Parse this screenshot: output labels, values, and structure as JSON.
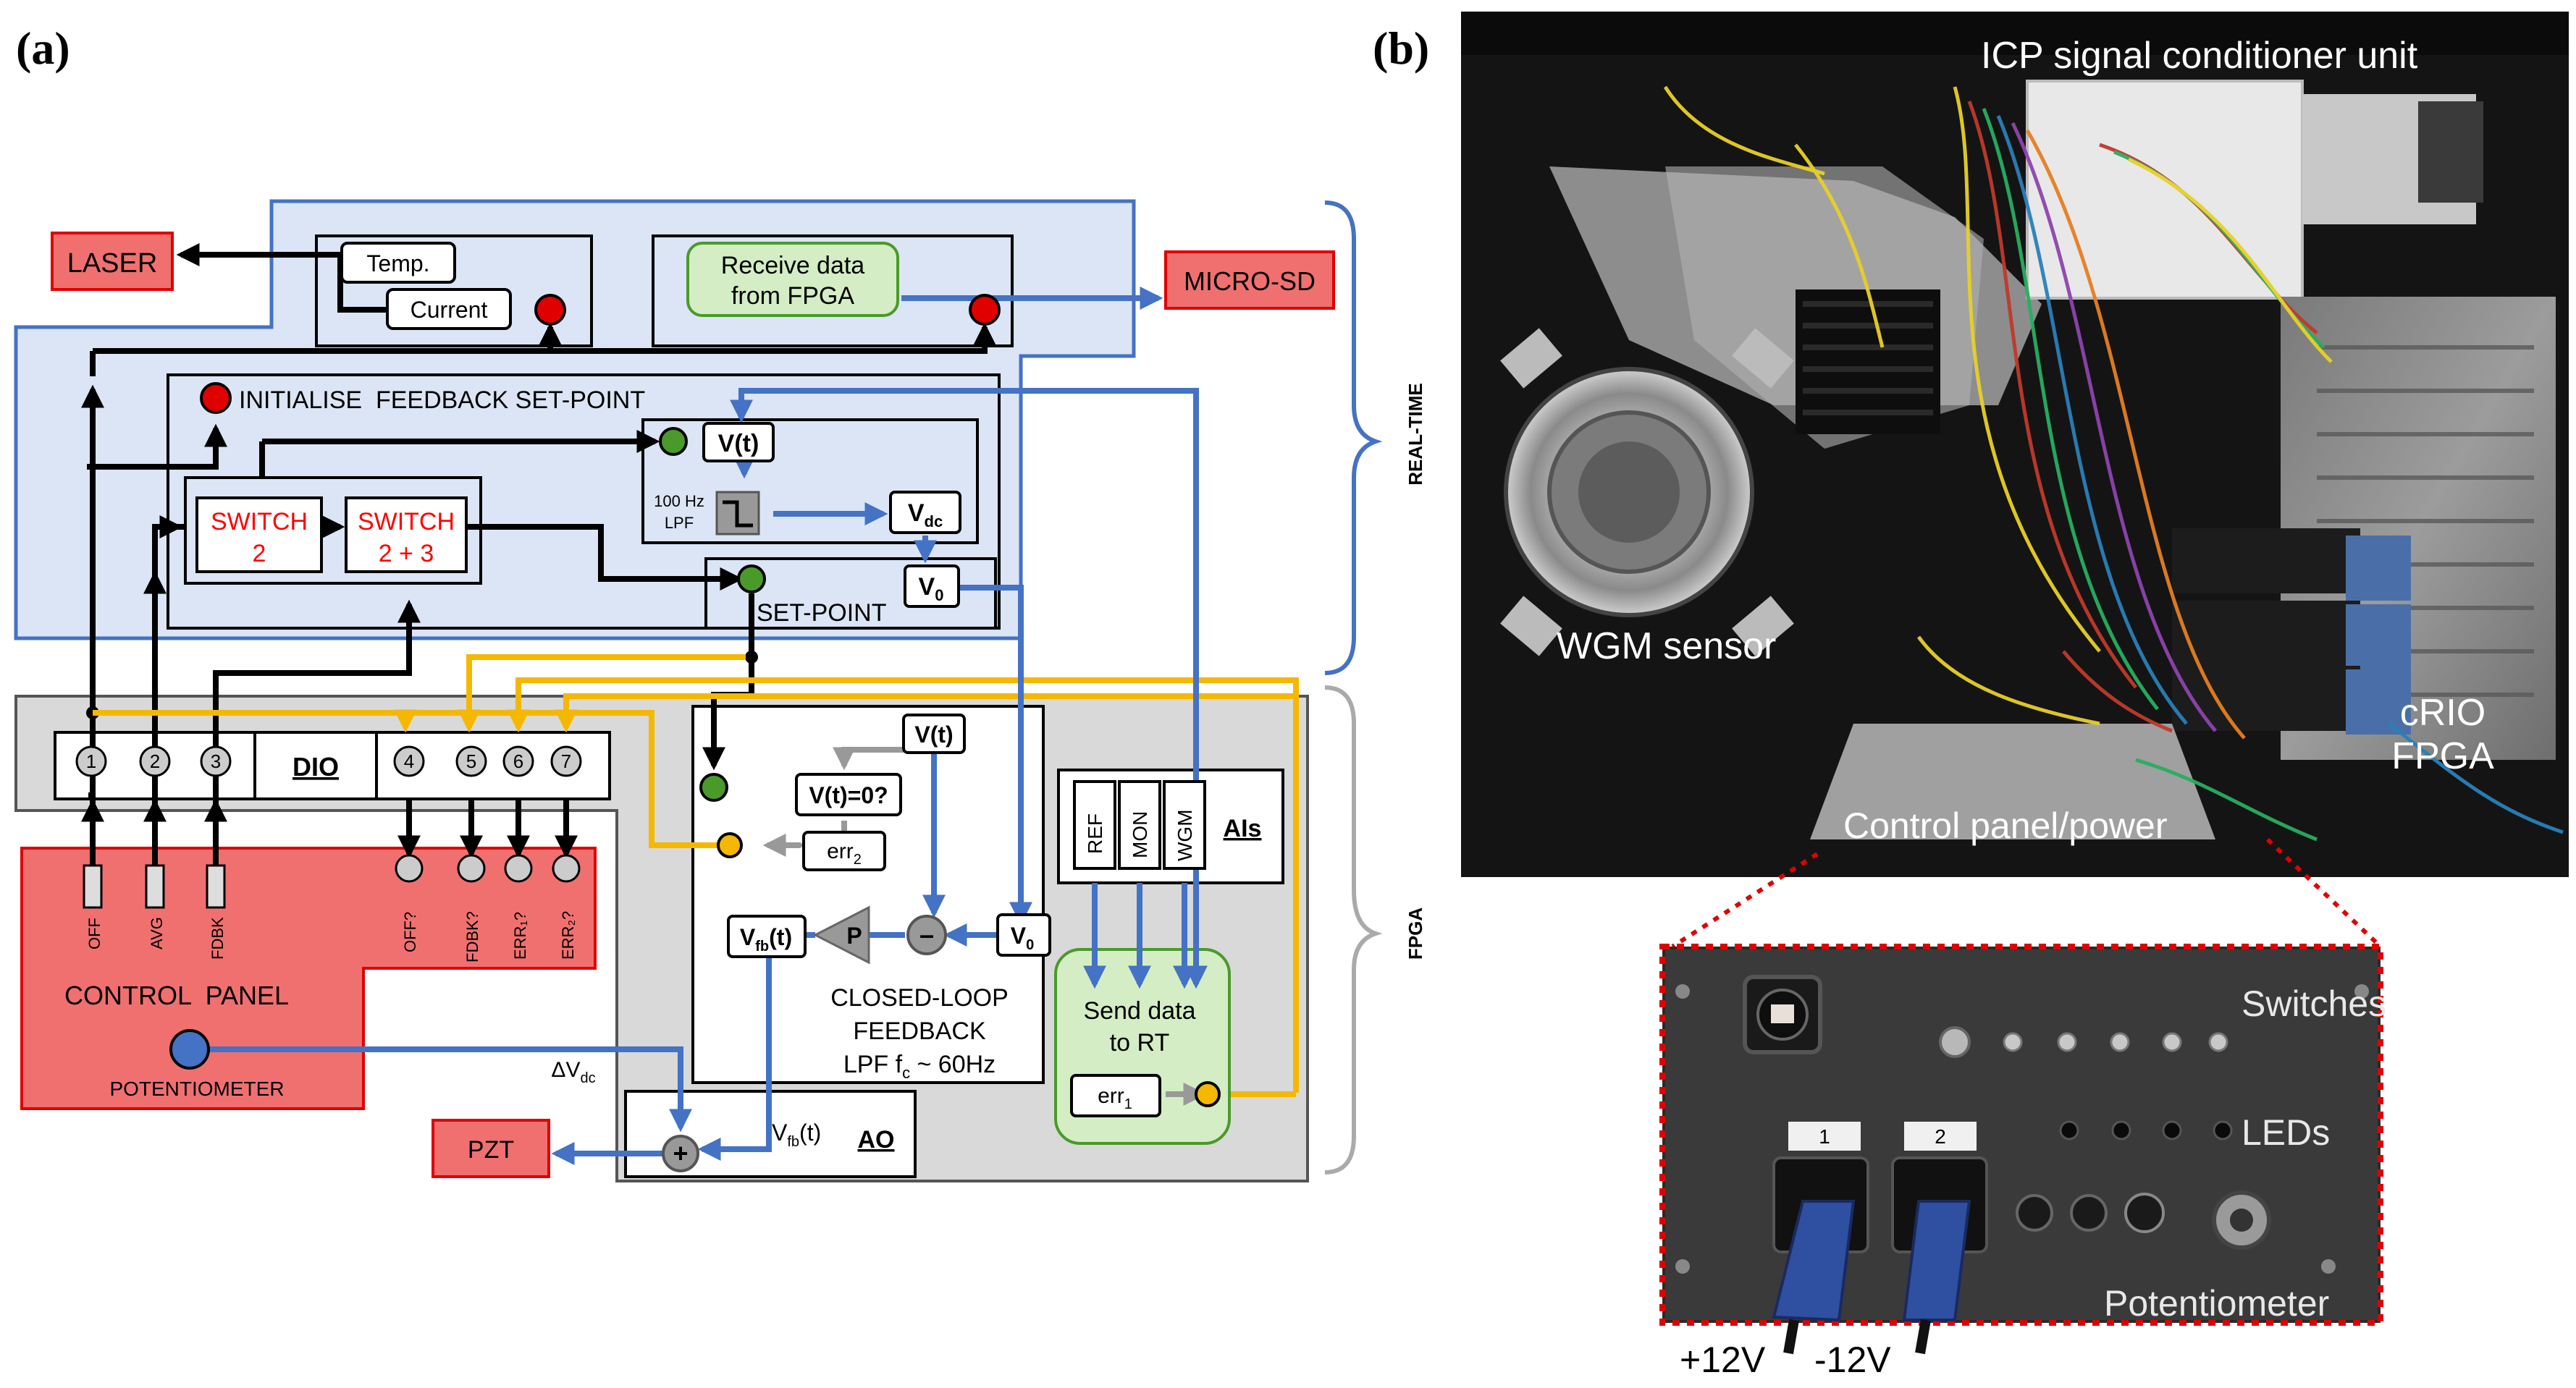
{
  "panel_a": {
    "letter": "(a)",
    "laser": "LASER",
    "micro_sd": "MICRO-SD",
    "pzt": "PZT",
    "temp": "Temp.",
    "current": "Current",
    "receive_data_line1": "Receive data",
    "receive_data_line2": "from FPGA",
    "init_feedback": "INITIALISE  FEEDBACK SET-POINT",
    "switch1_line1": "SWITCH",
    "switch1_line2": "2",
    "switch2_line1": "SWITCH",
    "switch2_line2": "2 + 3",
    "vt": "V(t)",
    "lpf_100_line1": "100 Hz",
    "lpf_100_line2": "LPF",
    "vdc_main": "V",
    "vdc_sub": "dc",
    "v0_main": "V",
    "v0_sub": "0",
    "set_point": "SET-POINT",
    "real_time": "REAL-TIME",
    "fpga_side": "FPGA",
    "dio": "DIO",
    "dio_numbers": [
      "1",
      "2",
      "3",
      "4",
      "5",
      "6",
      "7"
    ],
    "control_panel": "CONTROL  PANEL",
    "potentiometer": "POTENTIOMETER",
    "in_labels": [
      "OFF",
      "AVG",
      "FDBK"
    ],
    "out_labels": [
      "OFF?",
      "FDBK?",
      "ERR₁?",
      "ERR₂?"
    ],
    "vt2": "V(t)",
    "vt_zero": "V(t)=0?",
    "err2_main": "err",
    "err2_sub": "2",
    "vfb_main": "V",
    "vfb_sub": "fb",
    "vfb_arg": "(t)",
    "p_label": "P",
    "minus": "–",
    "plus": "+",
    "v0b_main": "V",
    "v0b_sub": "0",
    "closed_loop_line1": "CLOSED-LOOP",
    "closed_loop_line2": "FEEDBACK",
    "closed_loop_line3_pre": "LPF f",
    "closed_loop_line3_sub": "c",
    "closed_loop_line3_post": " ~ 60Hz",
    "ref": "REF",
    "mon": "MON",
    "wgm": "WGM",
    "ais": "AIs",
    "send_line1": "Send data",
    "send_line2": "to RT",
    "err1_main": "err",
    "err1_sub": "1",
    "delta_vdc_main": "ΔV",
    "delta_vdc_sub": "dc",
    "vfbt_main": "V",
    "vfbt_sub": "fb",
    "vfbt_arg": "(t)",
    "ao": "AO"
  },
  "panel_b": {
    "letter": "(b)",
    "icp": "ICP signal conditioner unit",
    "wgm_sensor": "WGM sensor",
    "crio_line1": "cRIO",
    "crio_line2": "FPGA",
    "control_power": "Control panel/power",
    "switches": "Switches",
    "leds": "LEDs",
    "potentiometer": "Potentiometer",
    "connector1": "1",
    "connector2": "2",
    "plus12": "+12V",
    "minus12": "-12V"
  },
  "colors": {
    "blue_region": "#dbe5f5",
    "gray_region": "#d9d9d9",
    "red_box": "#f07070",
    "red_text": "#ff0000",
    "green_box": "#d4edc4",
    "blue_wire": "#4472c4",
    "yellow_wire": "#f5b800",
    "red_led": "#e00000",
    "green_led": "#4a9a2a"
  }
}
